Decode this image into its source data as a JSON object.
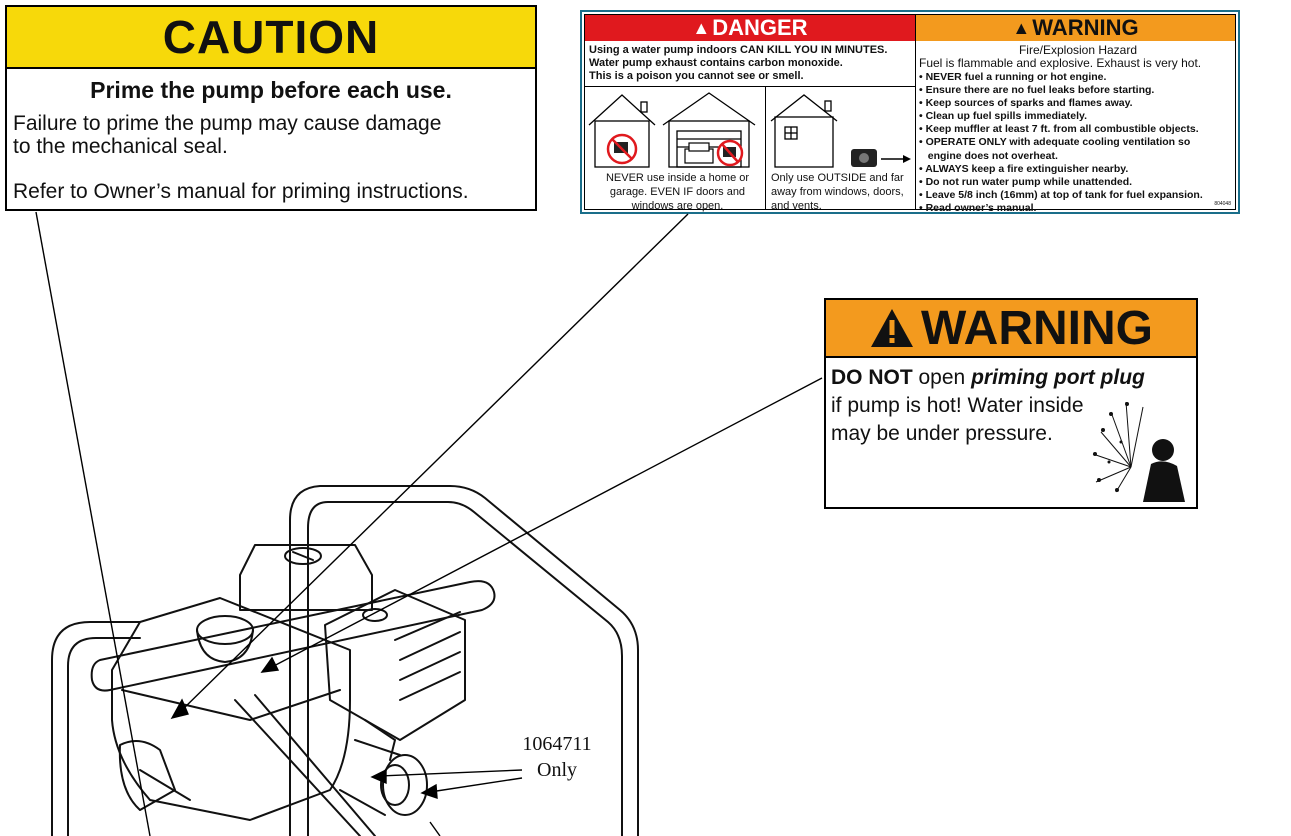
{
  "caution_label": {
    "header": "CAUTION",
    "subheading": "Prime the pump before each use.",
    "line1": "Failure to prime the pump may cause damage",
    "line2": "to the mechanical seal.",
    "line3": "Refer to Owner’s manual for priming instructions.",
    "header_color": "#f7d90a"
  },
  "danger_warning_label": {
    "danger_header": "DANGER",
    "danger_color": "#e0191e",
    "danger_lines": [
      "Using a water pump indoors CAN KILL YOU IN MINUTES.",
      "Water pump exhaust contains carbon monoxide.",
      "This is a poison you cannot see or smell."
    ],
    "caption_indoor": "NEVER use inside a home or garage.  EVEN IF doors and windows are open.",
    "caption_outdoor": "Only use OUTSIDE and far away from windows, doors, and vents.",
    "warning_header": "WARNING",
    "warning_color": "#f39a1e",
    "warning_title": "Fire/Explosion Hazard",
    "warning_intro": "Fuel is flammable and explosive. Exhaust is very hot.",
    "warning_items": [
      "• NEVER fuel a running or hot engine.",
      "• Ensure there are no fuel leaks before starting.",
      "• Keep sources of sparks and flames away.",
      "• Clean up fuel spills immediately.",
      "• Keep muffler at least 7 ft. from all combustible objects.",
      "• OPERATE ONLY with adequate cooling ventilation so",
      "   engine does not overheat.",
      "• ALWAYS keep a fire extinguisher nearby.",
      "• Do not run water pump while unattended.",
      "• Leave 5/8 inch (16mm) at top of tank for fuel expansion.",
      "• Read owner’s manual."
    ],
    "code": "804048"
  },
  "priming_warning_label": {
    "header": "WARNING",
    "do_not": "DO NOT",
    "open": " open ",
    "plug": "priming port plug",
    "line2": "if pump is hot! Water inside",
    "line3": "may be under pressure."
  },
  "part_note": {
    "number": "1064711",
    "only": "Only"
  }
}
